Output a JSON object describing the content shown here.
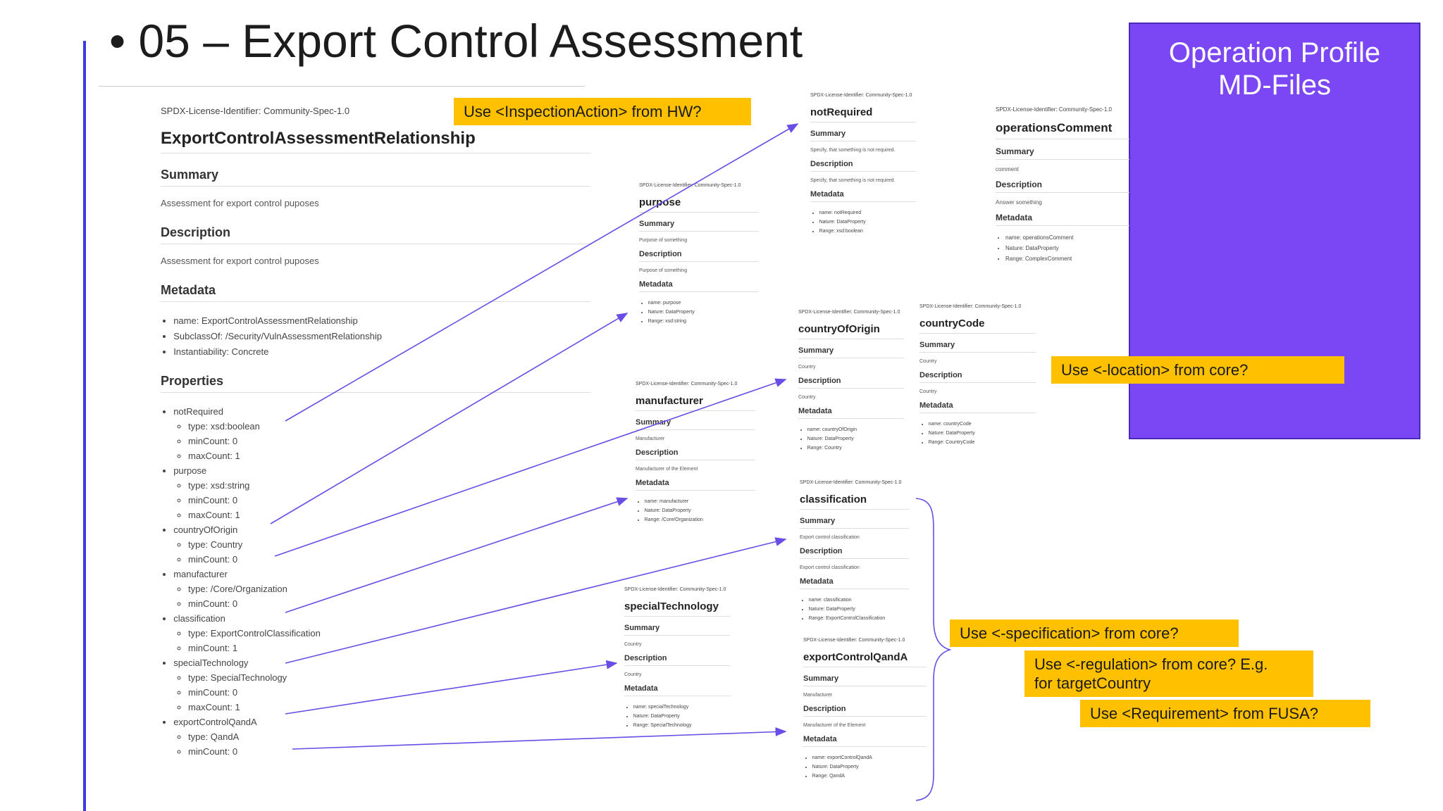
{
  "slide": {
    "title": "• 05 – Export Control Assessment"
  },
  "profile_box": {
    "title": "Operation Profile\nMD-Files",
    "color": "#7b47f5"
  },
  "callouts": {
    "inspection": "Use <InspectionAction> from HW?",
    "location": "Use <-location> from core?",
    "specification": "Use <-specification> from core?",
    "regulation": "Use <-regulation> from core? E.g.\nfor targetCountry",
    "requirement": "Use <Requirement> from FUSA?",
    "color": "#ffc000"
  },
  "main_doc": {
    "license": "SPDX-License-Identifier: Community-Spec-1.0",
    "name": "ExportControlAssessmentRelationship",
    "summary_heading": "Summary",
    "summary": "Assessment for export control puposes",
    "description_heading": "Description",
    "description": "Assessment for export control puposes",
    "metadata_heading": "Metadata",
    "metadata": [
      "name: ExportControlAssessmentRelationship",
      "SubclassOf: /Security/VulnAssessmentRelationship",
      "Instantiability: Concrete"
    ],
    "properties_heading": "Properties",
    "properties": [
      {
        "name": "notRequired",
        "attrs": [
          "type: xsd:boolean",
          "minCount: 0",
          "maxCount: 1"
        ]
      },
      {
        "name": "purpose",
        "attrs": [
          "type: xsd:string",
          "minCount: 0",
          "maxCount: 1"
        ]
      },
      {
        "name": "countryOfOrigin",
        "attrs": [
          "type: Country",
          "minCount: 0"
        ]
      },
      {
        "name": "manufacturer",
        "attrs": [
          "type: /Core/Organization",
          "minCount: 0"
        ]
      },
      {
        "name": "classification",
        "attrs": [
          "type: ExportControlClassification",
          "minCount: 1"
        ]
      },
      {
        "name": "specialTechnology",
        "attrs": [
          "type: SpecialTechnology",
          "minCount: 0",
          "maxCount: 1"
        ]
      },
      {
        "name": "exportControlQandA",
        "attrs": [
          "type: QandA",
          "minCount: 0"
        ]
      }
    ]
  },
  "cards": {
    "notRequired": {
      "license": "SPDX-License-Identifier: Community-Spec-1.0",
      "name": "notRequired",
      "summary_heading": "Summary",
      "summary": "Specify, that something is not required.",
      "description_heading": "Description",
      "description": "Specify, that something is not required.",
      "metadata_heading": "Metadata",
      "metadata": [
        "name: notRequired",
        "Nature: DataProperty",
        "Range: xsd:boolean"
      ]
    },
    "operationsComment": {
      "license": "SPDX-License-Identifier: Community-Spec-1.0",
      "name": "operationsComment",
      "summary_heading": "Summary",
      "summary": "comment",
      "description_heading": "Description",
      "description": "Answer something",
      "metadata_heading": "Metadata",
      "metadata": [
        "name: operationsComment",
        "Nature: DataProperty",
        "Range: ComplexComment"
      ]
    },
    "purpose": {
      "license": "SPDX-License-Identifier: Community-Spec-1.0",
      "name": "purpose",
      "summary_heading": "Summary",
      "summary": "Purpose of something",
      "description_heading": "Description",
      "description": "Purpose of something",
      "metadata_heading": "Metadata",
      "metadata": [
        "name: purpose",
        "Nature: DataProperty",
        "Range: xsd:string"
      ]
    },
    "countryOfOrigin": {
      "license": "SPDX-License-Identifier: Community-Spec-1.0",
      "name": "countryOfOrigin",
      "summary_heading": "Summary",
      "summary": "Country",
      "description_heading": "Description",
      "description": "Country",
      "metadata_heading": "Metadata",
      "metadata": [
        "name: countryOfOrigin",
        "Nature: DataProperty",
        "Range: Country"
      ]
    },
    "countryCode": {
      "license": "SPDX-License-Identifier: Community-Spec-1.0",
      "name": "countryCode",
      "summary_heading": "Summary",
      "summary": "Country",
      "description_heading": "Description",
      "description": "Country",
      "metadata_heading": "Metadata",
      "metadata": [
        "name: countryCode",
        "Nature: DataProperty",
        "Range: CountryCode"
      ]
    },
    "manufacturer": {
      "license": "SPDX-License-Identifier: Community-Spec-1.0",
      "name": "manufacturer",
      "summary_heading": "Summary",
      "summary": "Manufacturer",
      "description_heading": "Description",
      "description": "Manufacturer of the Element",
      "metadata_heading": "Metadata",
      "metadata": [
        "name: manufacturer",
        "Nature: DataProperty",
        "Range: /Core/Organization"
      ]
    },
    "classification": {
      "license": "SPDX-License-Identifier: Community-Spec-1.0",
      "name": "classification",
      "summary_heading": "Summary",
      "summary": "Export control classification",
      "description_heading": "Description",
      "description": "Export control classification",
      "metadata_heading": "Metadata",
      "metadata": [
        "name: classification",
        "Nature: DataProperty",
        "Range: ExportControlClassification"
      ]
    },
    "specialTechnology": {
      "license": "SPDX-License-Identifier: Community-Spec-1.0",
      "name": "specialTechnology",
      "summary_heading": "Summary",
      "summary": "Country",
      "description_heading": "Description",
      "description": "Country",
      "metadata_heading": "Metadata",
      "metadata": [
        "name: specialTechnology",
        "Nature: DataProperty",
        "Range: SpecialTechnology"
      ]
    },
    "exportControlQandA": {
      "license": "SPDX-License-Identifier: Community-Spec-1.0",
      "name": "exportControlQandA",
      "summary_heading": "Summary",
      "summary": "Manufacturer",
      "description_heading": "Description",
      "description": "Manufacturer of the Element",
      "metadata_heading": "Metadata",
      "metadata": [
        "name: exportControlQandA",
        "Nature: DataProperty",
        "Range: QandA"
      ]
    }
  },
  "connector_color": "#6a4ce6"
}
